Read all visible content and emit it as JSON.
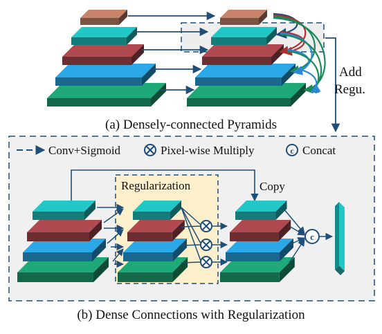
{
  "panel_a": {
    "caption": "(a) Densely-connected Pyramids",
    "side_label_line1": "Add",
    "side_label_line2": "Regu."
  },
  "panel_b": {
    "caption": "(b) Dense Connections with Regularization",
    "legend": {
      "conv": "Conv+Sigmoid",
      "multiply": "Pixel-wise Multiply",
      "concat": "Concat",
      "multiply_symbol": "⊗",
      "concat_symbol": "c"
    },
    "regularization_label": "Regularization",
    "copy_label": "Copy",
    "concat_symbol": "c"
  },
  "colors": {
    "level1": "#c8846a",
    "level2": "#22c8c8",
    "level3": "#b04a50",
    "level4": "#2aa8e8",
    "level5": "#1fa878",
    "arrow": "#1f4e79",
    "curve_red": "#b03030",
    "curve_green": "#1a8a5a",
    "curve_blue": "#2a8ad8",
    "panel_bg": "#f0f0f0",
    "reg_bg": "#fbefcc"
  }
}
